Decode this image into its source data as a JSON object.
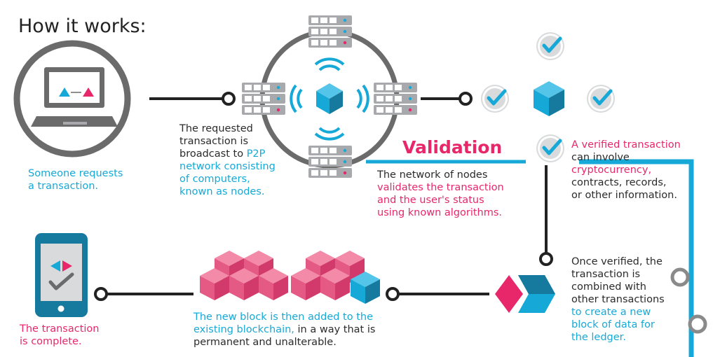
{
  "title": "How it works:",
  "step_request": {
    "line1": "Someone requests",
    "line2": "a transaction."
  },
  "step_broadcast": {
    "line1": "The requested",
    "line2": "transaction is",
    "line3_a": "broadcast to ",
    "line3_b": "P2P",
    "line4": "network consisting",
    "line5": "of computers,",
    "line6": "known as nodes."
  },
  "step_validation": {
    "heading": "Validation",
    "line1": "The network of nodes",
    "line2": "validates the transaction",
    "line3": "and the user's status",
    "line4": "using known algorithms."
  },
  "step_verified": {
    "line1": "A verified transaction",
    "line2": "can involve",
    "line3": "cryptocurrency,",
    "line4": "contracts, records,",
    "line5": "or other information."
  },
  "step_combine": {
    "line1": "Once verified, the",
    "line2": "transaction is",
    "line3": "combined with",
    "line4": "other transactions",
    "line5": "to create a new",
    "line6": "block of data for",
    "line7": "the ledger."
  },
  "step_added": {
    "line1_a": "The new block is then added to the",
    "line2_a": "existing blockchain,",
    "line2_b": " in a way that is",
    "line3": "permanent and unalterable."
  },
  "step_complete": {
    "line1": "The transaction",
    "line2": "is complete."
  },
  "colors": {
    "blue": "#16a9d8",
    "pink": "#e8276b",
    "gray": "#6b6b6b",
    "dark_blue": "#157a9e"
  }
}
